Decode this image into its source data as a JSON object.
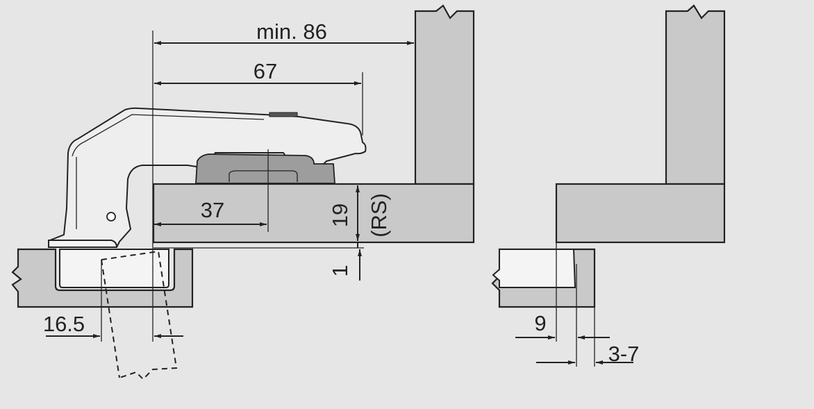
{
  "dimensions": {
    "min_86": "min. 86",
    "d67": "67",
    "d37": "37",
    "d19": "19",
    "rs": "(RS)",
    "d1": "1",
    "d16_5": "16.5",
    "d9": "9",
    "d3_7": "3-7"
  },
  "colors": {
    "background": "#e6e6e7",
    "panel": "#c9c9ca",
    "line": "#222222"
  }
}
